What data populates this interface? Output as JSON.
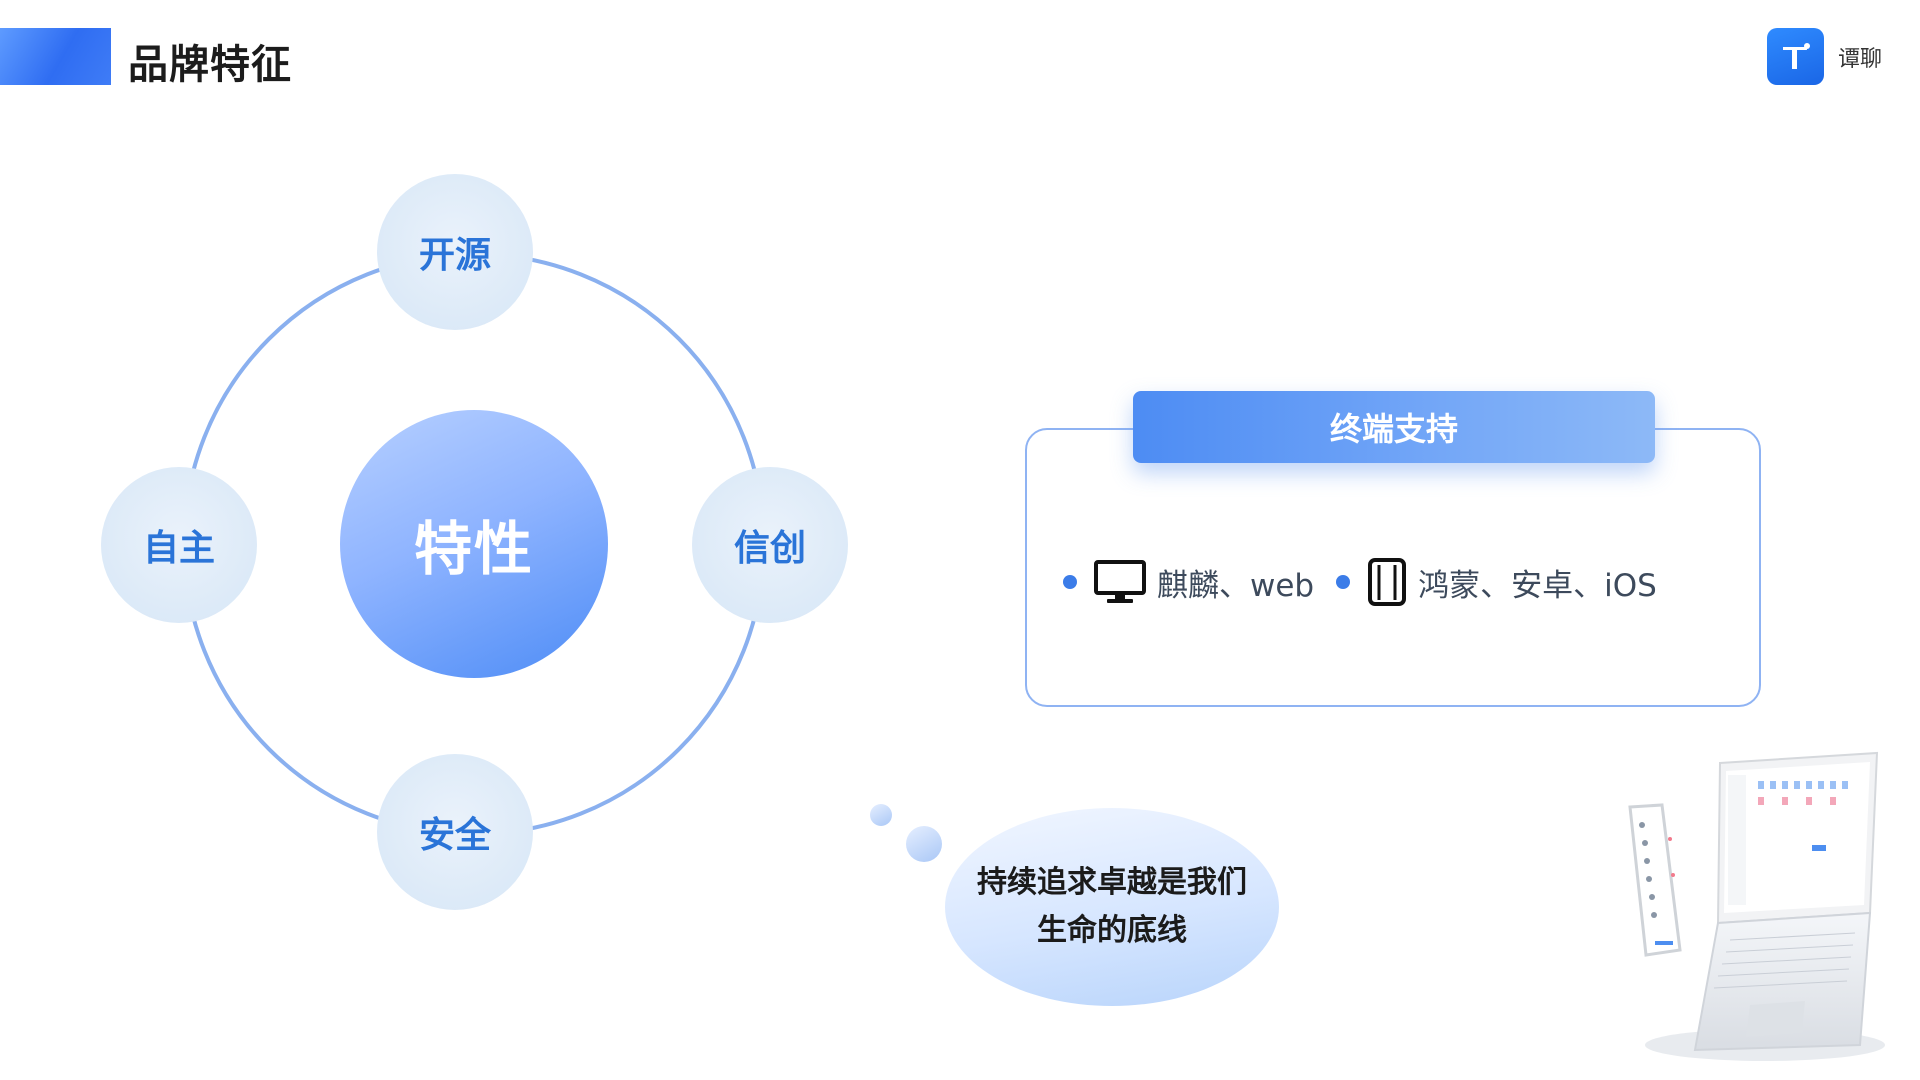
{
  "header": {
    "title": "品牌特征",
    "brand_name": "谭聊",
    "accent_color": "#3a78f2"
  },
  "features": {
    "center": "特性",
    "top": "开源",
    "left": "自主",
    "right": "信创",
    "bottom": "安全"
  },
  "terminal_card": {
    "title": "终端支持",
    "items": [
      {
        "icon": "monitor-icon",
        "text": "麒麟、web"
      },
      {
        "icon": "mobile-phone-icon",
        "text": "鸿蒙、安卓、iOS"
      }
    ]
  },
  "thought_bubble": {
    "line1": "持续追求卓越是我们",
    "line2": "生命的底线"
  },
  "illustration": {
    "icon": "laptop-and-phone-illustration"
  }
}
